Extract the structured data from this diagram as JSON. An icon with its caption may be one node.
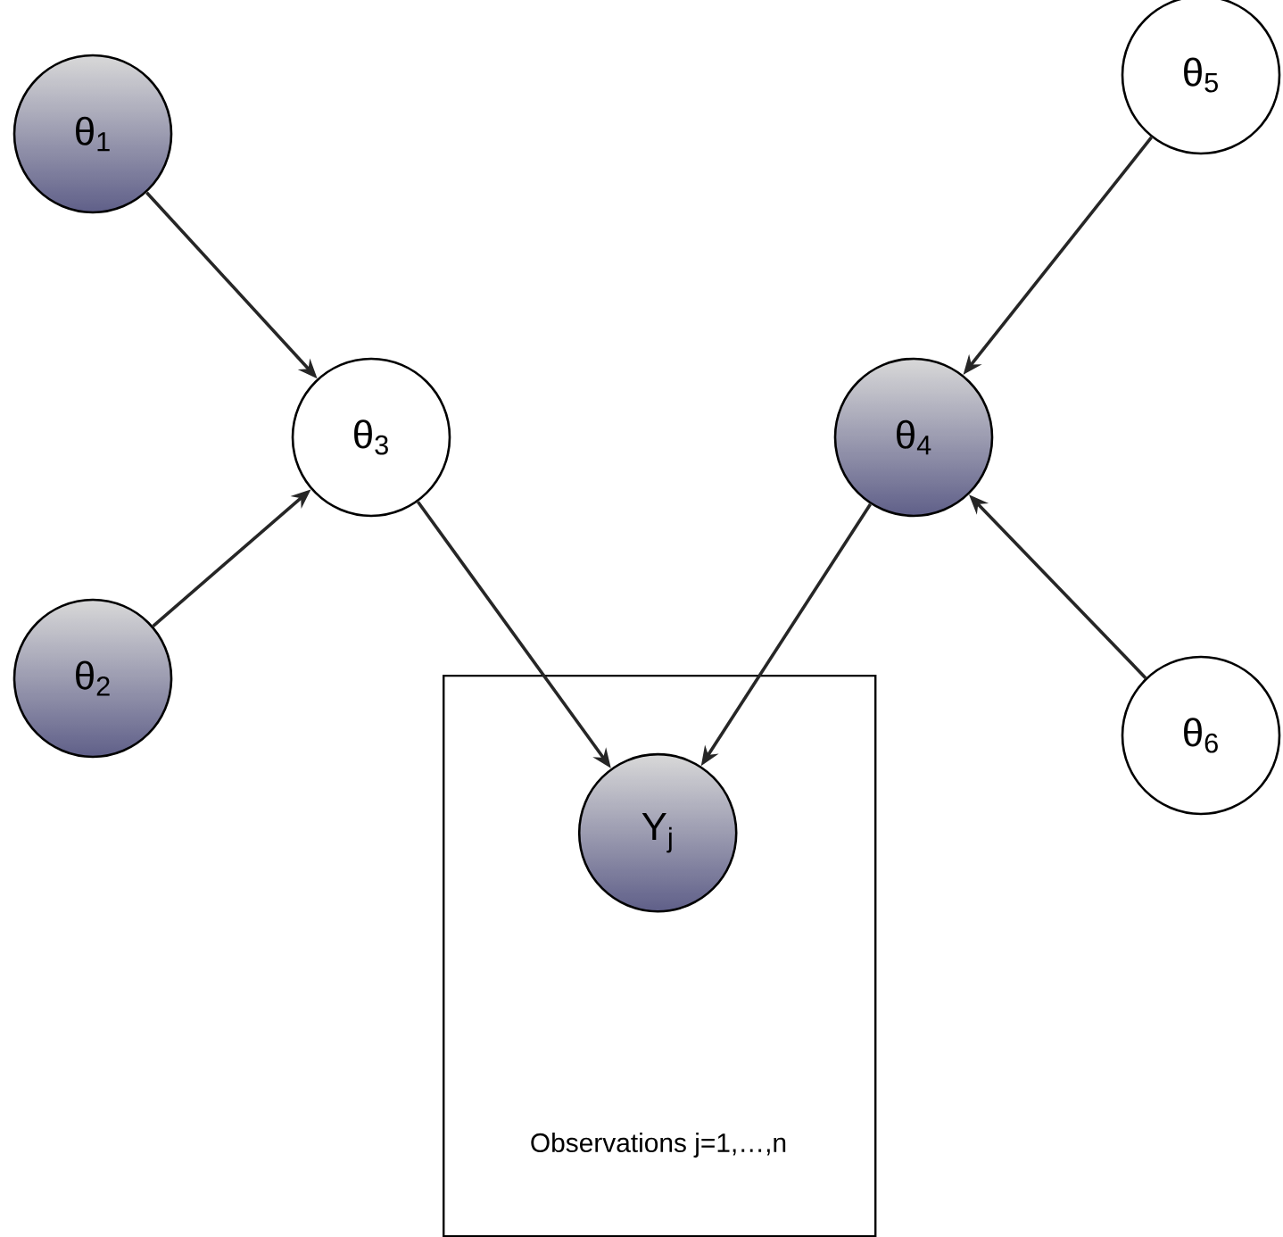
{
  "diagram": {
    "nodes": [
      {
        "text": [
          "θ$_{1}$"
        ]
      },
      {
        "text": [
          "θ$_{5}$"
        ]
      },
      {
        "text": [
          "θ$_{3}$"
        ]
      },
      {
        "text": [
          "θ$_{4}$"
        ]
      },
      {
        "text": [
          "θ$_{2}$"
        ]
      },
      {
        "text": [
          "θ$_{6}$"
        ]
      },
      {
        "text": [
          "Observations j=1,…,n"
        ]
      },
      {
        "text": [
          "Y$_{j}$"
        ],
        "in": 6
      }
    ],
    "edges": [
      {
        "from": 0,
        "to": 2,
        "arrow": "to"
      },
      {
        "from": 4,
        "to": 2,
        "arrow": "to"
      },
      {
        "from": 1,
        "to": 3,
        "arrow": "to"
      },
      {
        "from": 5,
        "to": 3,
        "arrow": "to"
      },
      {
        "from": 2,
        "to": 7,
        "arrow": "to"
      },
      {
        "from": 3,
        "to": 7,
        "arrow": "to"
      }
    ]
  }
}
